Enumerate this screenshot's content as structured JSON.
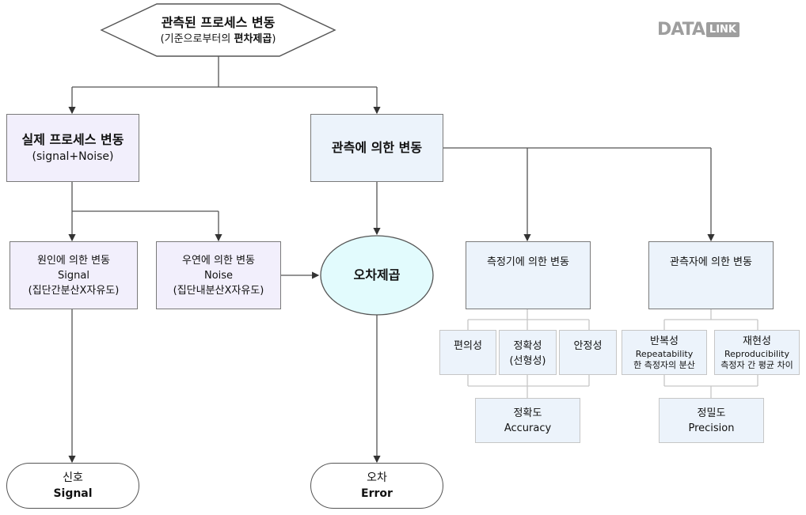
{
  "logo": {
    "brand": "DATA",
    "badge": "LINK"
  },
  "colors": {
    "purple_box": "#f2effc",
    "blue_box": "#ecf3fb",
    "ellipse": "#e2fbfd",
    "line": "#555555",
    "logo_gray": "#9e9e9e"
  },
  "root": {
    "title": "관측된 프로세스 변동",
    "subtitle_prefix": "(기준으로부터의 ",
    "subtitle_bold": "편차제곱",
    "subtitle_suffix": ")"
  },
  "actual": {
    "title": "실제 프로세스 변동",
    "subtitle": "(signal+Noise)"
  },
  "observed": {
    "title": "관측에 의한 변동"
  },
  "cause": {
    "line1": "원인에 의한 변동",
    "line2": "Signal",
    "line3": "(집단간분산X자유도)"
  },
  "chance": {
    "line1": "우연에 의한 변동",
    "line2": "Noise",
    "line3": "(집단내분산X자유도)"
  },
  "sse": {
    "label": "오차제곱"
  },
  "instrument": {
    "title": "측정기에 의한 변동"
  },
  "observer": {
    "title": "관측자에 의한 변동"
  },
  "bias": {
    "label": "편의성"
  },
  "linearity": {
    "line1": "정확성",
    "line2": "(선형성)"
  },
  "stability": {
    "label": "안정성"
  },
  "accuracy": {
    "line1": "정확도",
    "line2": "Accuracy"
  },
  "repeatability": {
    "line1": "반복성",
    "line2": "Repeatability",
    "line3": "한 측정자의 분산"
  },
  "reproducibility": {
    "line1": "재현성",
    "line2": "Reproducibility",
    "line3": "측정자 간 평균 차이"
  },
  "precision": {
    "line1": "정밀도",
    "line2": "Precision"
  },
  "signal_end": {
    "line1": "신호",
    "line2": "Signal"
  },
  "error_end": {
    "line1": "오차",
    "line2": "Error"
  }
}
